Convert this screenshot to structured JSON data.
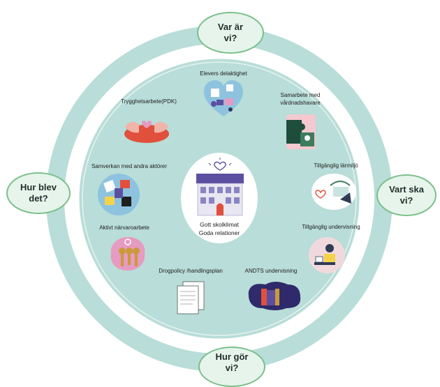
{
  "stages": {
    "top": "Var är vi?",
    "right": "Vart ska vi?",
    "bottom": "Hur gör vi?",
    "left": "Hur blev det?"
  },
  "center": {
    "line1": "Gott skolklimat",
    "line2": "Goda relationer"
  },
  "areas": {
    "elevers_delaktighet": "Elevers delaktighet",
    "trygghetsarbete": "Trygghetsarbete(PDK)",
    "samarbete_vardnadshavare_1": "Samarbete med",
    "samarbete_vardnadshavare_2": "vårdnadshavare",
    "samverkan": "Samverkan med andra aktörer",
    "tillganglig_larmiljo": "Tillgänglig lärmiljö",
    "narvaroarbete": "Aktivt närvaroarbete",
    "tillganglig_undervisning": "Tillgänglig undervisning",
    "drogpolicy": "Drogpolicy /handlingsplan",
    "andts": "ANDTS undervisning"
  },
  "colors": {
    "outer_ring": "#b9ddd8",
    "inner_disc": "#b9ddd8",
    "inner_border": "#ffffff",
    "bubble_fill": "#e6f4ec",
    "bubble_border": "#7bbf8a",
    "accent_purple": "#5c4fa1",
    "accent_red": "#e0503c"
  }
}
